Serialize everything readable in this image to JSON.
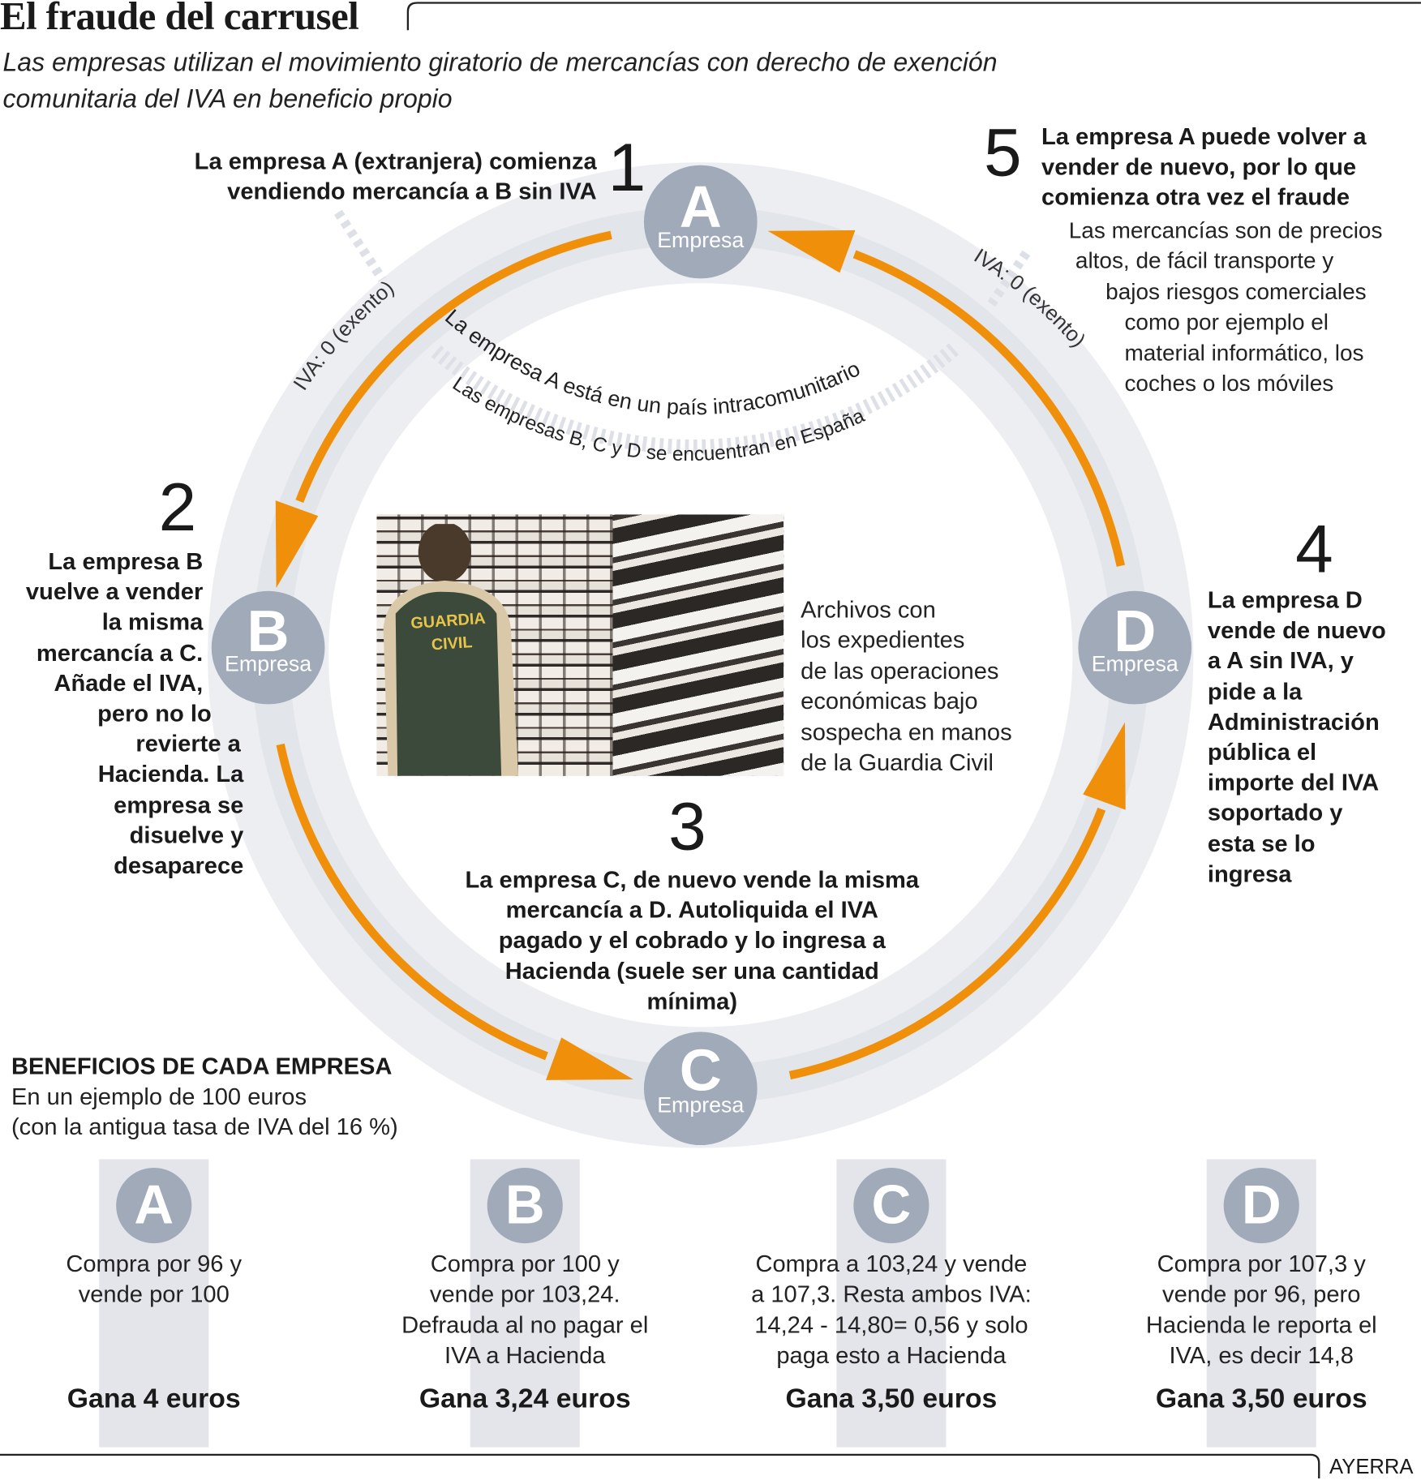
{
  "header": {
    "title": "El fraude del carrusel",
    "subtitle_lines": [
      "Las empresas utilizan el movimiento giratorio de mercancías con derecho de exención",
      "comunitaria del IVA en beneficio propio"
    ]
  },
  "nodes": [
    {
      "letter": "A",
      "label": "Empresa"
    },
    {
      "letter": "B",
      "label": "Empresa"
    },
    {
      "letter": "C",
      "label": "Empresa"
    },
    {
      "letter": "D",
      "label": "Empresa"
    }
  ],
  "arc_labels": {
    "left_iva": "IVA: 0 (exento)",
    "right_iva": "IVA: 0 (exento)",
    "inner_1": "La empresa A está en un país intracomunitario",
    "inner_2": "Las empresas B, C y D se encuentran en España"
  },
  "colors": {
    "arrow": "#f0900a",
    "node": "#a0aab9",
    "ring_outer": "#eceef2",
    "ring_inner": "#e2e5ea"
  },
  "steps": {
    "s1": {
      "number": "1",
      "lines": [
        "La empresa A (extranjera) comienza",
        "vendiendo mercancía a B sin IVA"
      ]
    },
    "s2": {
      "number": "2",
      "lines": [
        "La empresa B",
        "vuelve a vender",
        "la misma",
        "mercancía a C.",
        "Añade el IVA,",
        "pero no lo",
        "revierte a",
        "Hacienda. La",
        "empresa se",
        "disuelve y",
        "desaparece"
      ]
    },
    "s3": {
      "number": "3",
      "lines": [
        "La empresa C, de nuevo vende la misma",
        "mercancía a D. Autoliquida el IVA",
        "pagado y el cobrado y lo ingresa a",
        "Hacienda (suele ser una cantidad",
        "mínima)"
      ]
    },
    "s4": {
      "number": "4",
      "lines": [
        "La empresa D",
        "vende de nuevo",
        "a A sin IVA, y",
        "pide a la",
        "Administración",
        "pública el",
        "importe del IVA",
        "soportado y",
        "esta se lo",
        "ingresa"
      ]
    },
    "s5": {
      "number": "5",
      "lines": [
        "La empresa A puede volver a",
        "vender de nuevo, por lo que",
        "comienza otra vez el fraude"
      ],
      "note_lines": [
        "Las mercancías son de precios",
        "altos, de fácil transporte y",
        "bajos riesgos comerciales",
        "como por ejemplo el",
        "material informático, los",
        "coches o los móviles"
      ]
    }
  },
  "photo": {
    "vest_text": [
      "GUARDIA",
      "CIVIL"
    ],
    "caption_lines": [
      "Archivos  con",
      "los expedientes",
      "de las operaciones",
      "económicas bajo",
      "sospecha en manos",
      "de la Guardia Civil"
    ]
  },
  "benefits": {
    "title": "BENEFICIOS DE CADA EMPRESA",
    "intro_lines": [
      "En un ejemplo de 100 euros",
      "(con la antigua tasa de IVA del 16 %)"
    ],
    "companies": [
      {
        "letter": "A",
        "lines": [
          "Compra por 96 y",
          "vende por 100"
        ],
        "result": "Gana 4 euros"
      },
      {
        "letter": "B",
        "lines": [
          "Compra por 100 y",
          "vende por 103,24.",
          "Defrauda al no pagar el",
          "IVA a Hacienda"
        ],
        "result": "Gana 3,24 euros"
      },
      {
        "letter": "C",
        "lines": [
          "Compra a 103,24 y vende",
          "a 107,3. Resta ambos IVA:",
          "14,24 - 14,80= 0,56 y solo",
          "paga esto a Hacienda"
        ],
        "result": "Gana 3,50 euros"
      },
      {
        "letter": "D",
        "lines": [
          "Compra por 107,3 y",
          "vende por 96, pero",
          "Hacienda le reporta el",
          "IVA, es decir 14,8"
        ],
        "result": "Gana 3,50 euros"
      }
    ]
  },
  "credit": "AYERRA"
}
